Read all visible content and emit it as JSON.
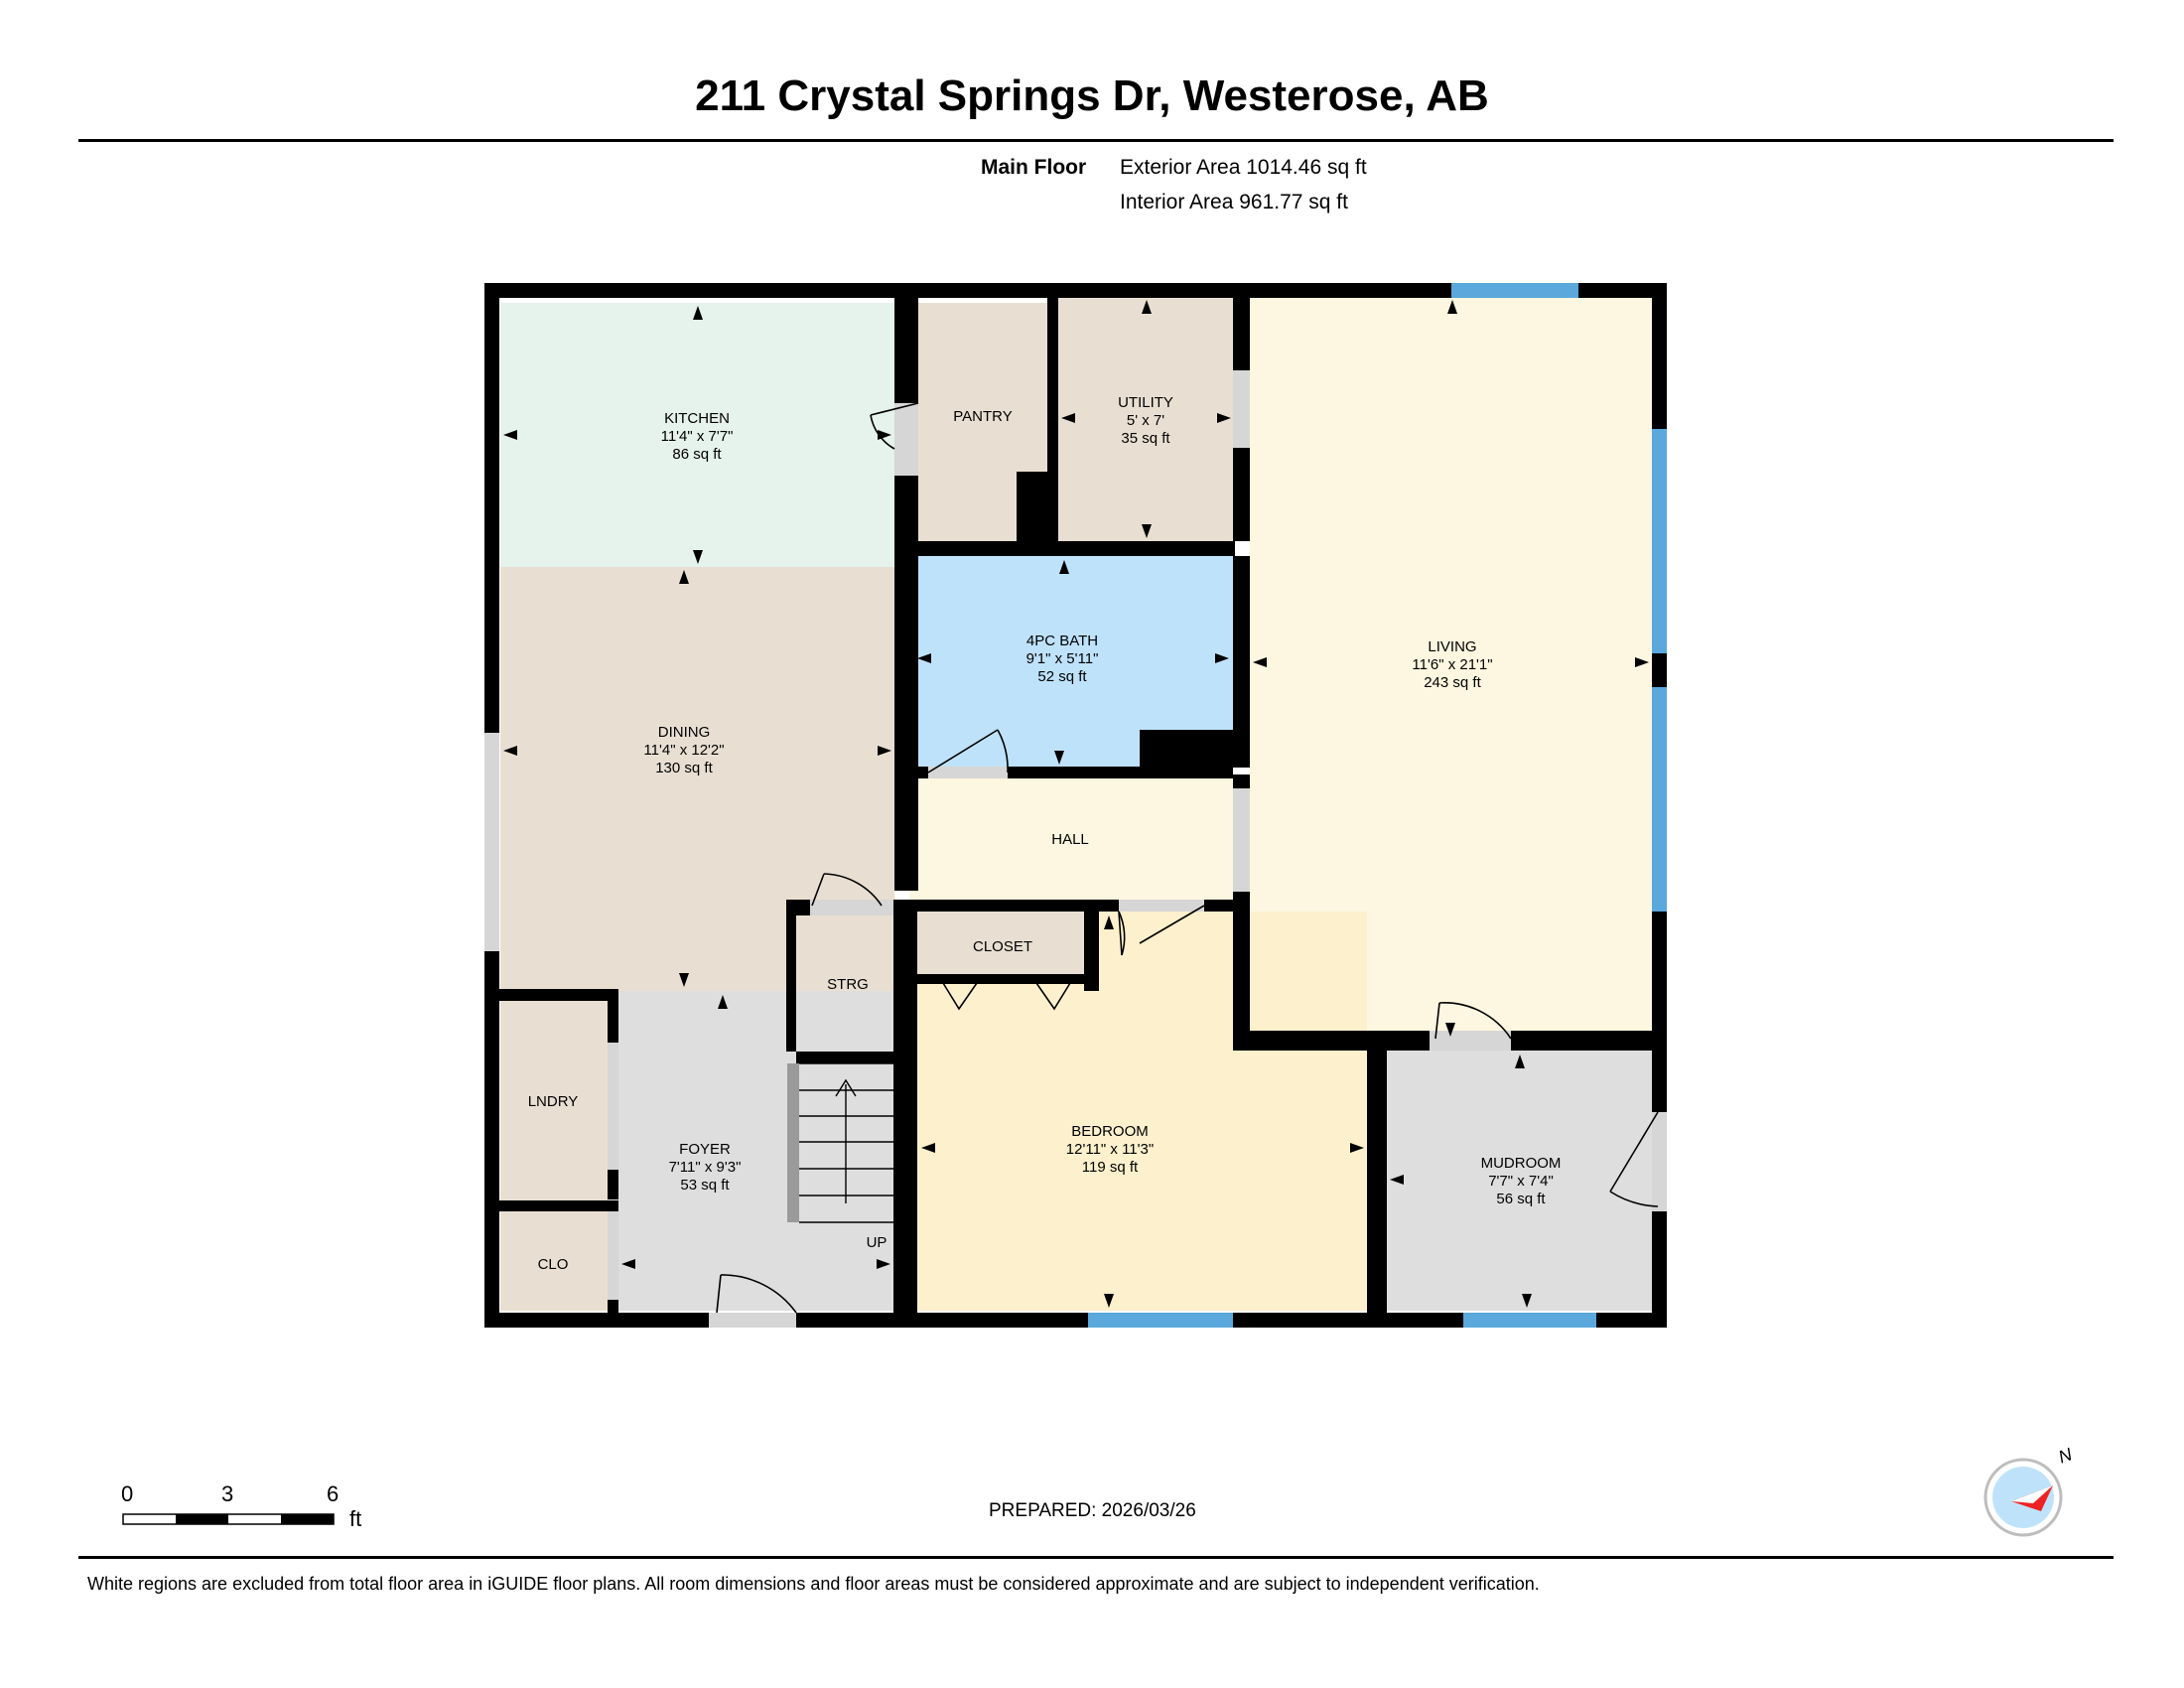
{
  "header": {
    "title": "211 Crystal Springs Dr, Westerose, AB",
    "floor_name": "Main Floor",
    "exterior_area": "Exterior Area 1014.46 sq ft",
    "interior_area": "Interior Area 961.77 sq ft"
  },
  "rooms": {
    "kitchen": {
      "name": "KITCHEN",
      "dims": "11'4\" x 7'7\"",
      "area": "86 sq ft"
    },
    "pantry": {
      "name": "PANTRY"
    },
    "utility": {
      "name": "UTILITY",
      "dims": "5' x 7'",
      "area": "35 sq ft"
    },
    "living": {
      "name": "LIVING",
      "dims": "11'6\" x 21'1\"",
      "area": "243 sq ft"
    },
    "bath": {
      "name": "4PC BATH",
      "dims": "9'1\" x 5'11\"",
      "area": "52 sq ft"
    },
    "dining": {
      "name": "DINING",
      "dims": "11'4\" x 12'2\"",
      "area": "130 sq ft"
    },
    "hall": {
      "name": "HALL"
    },
    "strg": {
      "name": "STRG"
    },
    "closet": {
      "name": "CLOSET"
    },
    "lndry": {
      "name": "LNDRY"
    },
    "foyer": {
      "name": "FOYER",
      "dims": "7'11\" x 9'3\"",
      "area": "53 sq ft"
    },
    "clo": {
      "name": "CLO"
    },
    "bedroom": {
      "name": "BEDROOM",
      "dims": "12'11\" x 11'3\"",
      "area": "119 sq ft"
    },
    "mudroom": {
      "name": "MUDROOM",
      "dims": "7'7\" x 7'4\"",
      "area": "56 sq ft"
    },
    "stairs_label": "UP"
  },
  "colors": {
    "kitchen": "#e6f2ec",
    "beige": "#e8dfd2",
    "bath": "#bfe2fb",
    "living": "#fdf6e0",
    "hall": "#fdf6e0",
    "bedroom": "#fdf0cc",
    "gray": "#dedede",
    "wall": "#000000",
    "window": "#5aa8dc"
  },
  "scale": {
    "t0": "0",
    "t3": "3",
    "t6": "6",
    "unit": "ft"
  },
  "compass": {
    "label": "N"
  },
  "prepared": "PREPARED: 2026/03/26",
  "footer": "White regions are excluded from total floor area in iGUIDE floor plans. All room dimensions and floor areas must be considered approximate and are subject to independent verification."
}
